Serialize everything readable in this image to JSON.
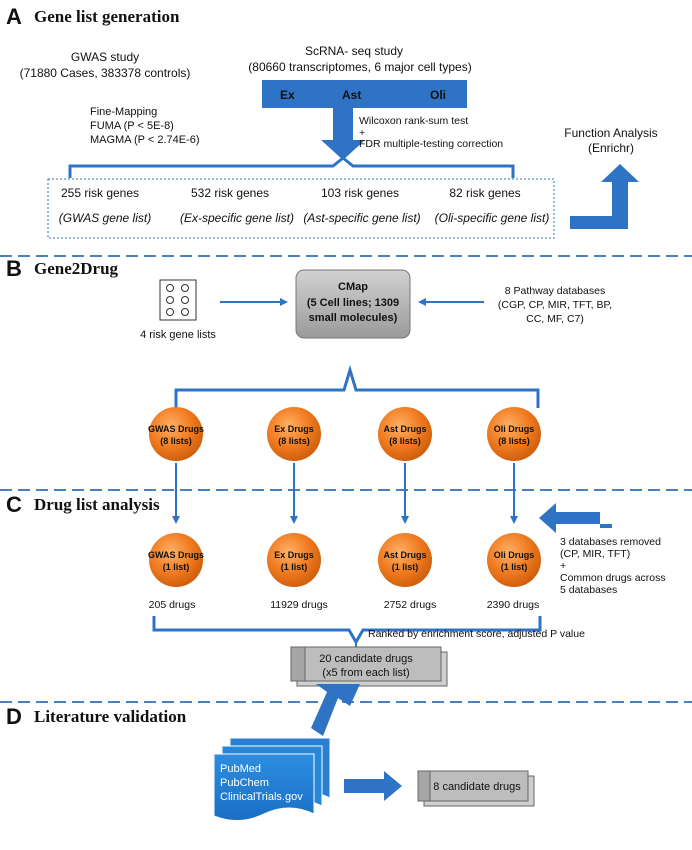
{
  "colors": {
    "blue": "#2f74c4",
    "orange": "#f07a1f",
    "dash": "#4a7fc1",
    "gray_box": "#b3b3b3"
  },
  "sectionA": {
    "letter": "A",
    "title": "Gene list generation",
    "gwas_title": "GWAS study",
    "gwas_sub": "(71880 Cases, 383378 controls)",
    "scrna_title": "ScRNA- seq study",
    "scrna_sub": "(80660 transcriptomes, 6 major cell types)",
    "cell_types": [
      "Ex",
      "Ast",
      "Oli"
    ],
    "finemap_1": "Fine-Mapping",
    "finemap_2": "FUMA (P < 5E-8)",
    "finemap_3": "MAGMA (P < 2.74E-6)",
    "wilcoxon_1": "Wilcoxon rank-sum test",
    "wilcoxon_2": "+",
    "wilcoxon_3": "FDR multiple-testing correction",
    "function_1": "Function Analysis",
    "function_2": "(Enrichr)",
    "genes": [
      {
        "count": "255 risk genes",
        "label": "(GWAS gene list)",
        "label_it": "GWAS gene list"
      },
      {
        "count": "532 risk genes",
        "label": "(Ex-specific gene list)",
        "label_it": "Ex-specific gene list"
      },
      {
        "count": "103 risk genes",
        "label": "(Ast-specific gene list)",
        "label_it": "Ast-specific gene list"
      },
      {
        "count": "82 risk genes",
        "label": "(Oli-specific gene list)",
        "label_it": "Oli-specific gene list"
      }
    ]
  },
  "sectionB": {
    "letter": "B",
    "title": "Gene2Drug",
    "gene_lists": "4 risk gene lists",
    "cmap_1": "CMap",
    "cmap_2": "(5 Cell lines; 1309",
    "cmap_3": "small molecules)",
    "pathway_1": "8 Pathway databases",
    "pathway_2": "(CGP, CP, MIR, TFT, BP,",
    "pathway_3": "CC, MF, C7)",
    "drugs": [
      {
        "name": "GWAS Drugs",
        "lists": "(8 lists)"
      },
      {
        "name": "Ex Drugs",
        "lists": "(8 lists)"
      },
      {
        "name": "Ast Drugs",
        "lists": "(8 lists)"
      },
      {
        "name": "Oli Drugs",
        "lists": "(8 lists)"
      }
    ]
  },
  "sectionC": {
    "letter": "C",
    "title": "Drug list analysis",
    "drugs": [
      {
        "name": "GWAS Drugs",
        "lists": "(1 list)",
        "count": "205 drugs"
      },
      {
        "name": "Ex Drugs",
        "lists": "(1 list)",
        "count": "11929 drugs"
      },
      {
        "name": "Ast Drugs",
        "lists": "(1 list)",
        "count": "2752 drugs"
      },
      {
        "name": "Oli Drugs",
        "lists": "(1 list)",
        "count": "2390 drugs"
      }
    ],
    "removed_1": "3 databases removed",
    "removed_2": "(CP, MIR, TFT)",
    "removed_3": "+",
    "removed_4": "Common drugs across",
    "removed_5": "5 databases",
    "ranked": "Ranked by enrichment score, adjusted P value",
    "candidates_1": "20 candidate drugs",
    "candidates_2": "(x5 from each list)"
  },
  "sectionD": {
    "letter": "D",
    "title": "Literature validation",
    "doc_1": "PubMed",
    "doc_2": "PubChem",
    "doc_3": "ClinicalTrials.gov",
    "final": "8 candidate drugs"
  }
}
